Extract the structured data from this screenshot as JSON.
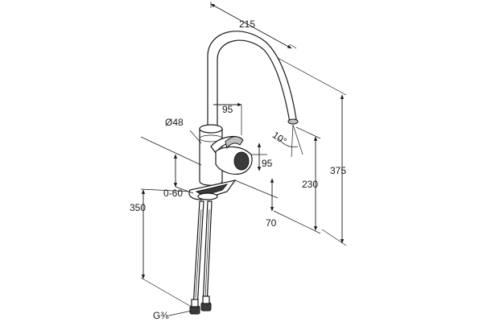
{
  "drawing": {
    "dimensions": {
      "spout_reach": "215",
      "handle_width": "95",
      "handle_depth": "95",
      "body_diameter": "Ø48",
      "deck_thickness": "0-60",
      "hose_length": "350",
      "outlet_height": "230",
      "total_height": "375",
      "mount_offset": "70",
      "spray_angle": "10°",
      "connection_thread": "G⅜"
    }
  }
}
